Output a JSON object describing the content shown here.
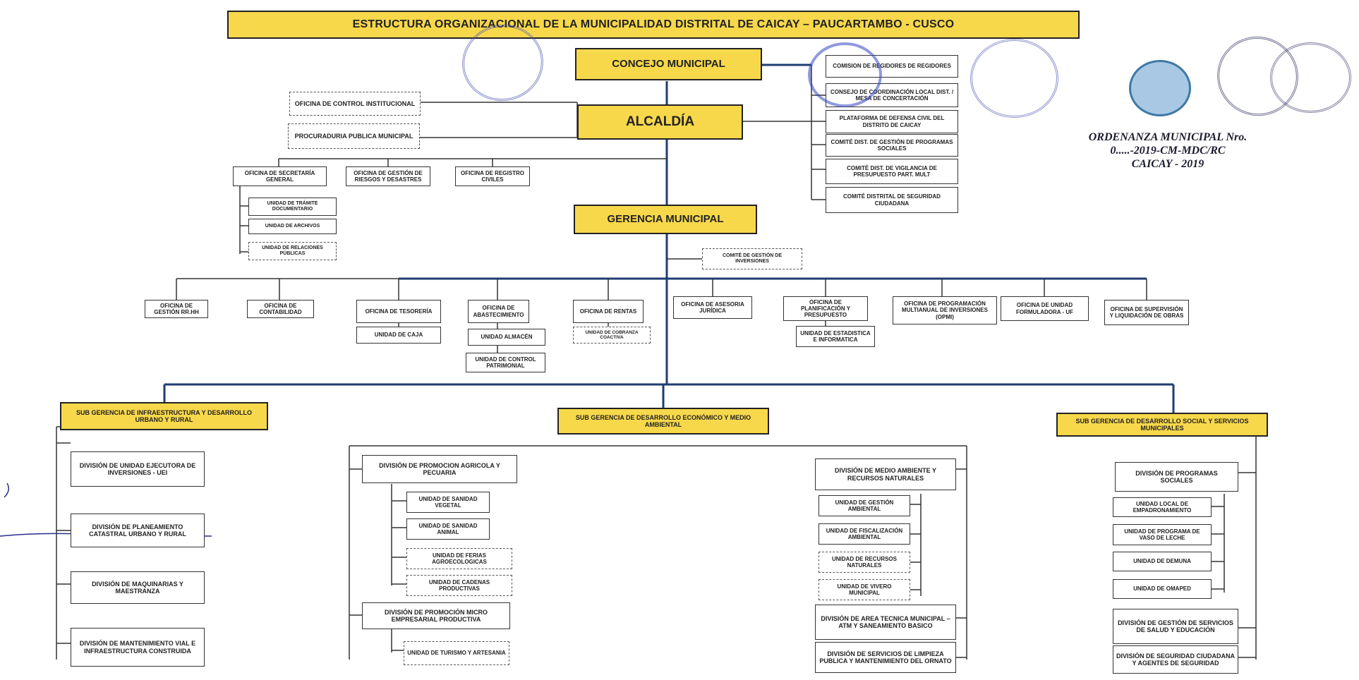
{
  "title": "ESTRUCTURA ORGANIZACIONAL DE LA MUNICIPALIDAD DISTRITAL DE CAICAY – PAUCARTAMBO - CUSCO",
  "concejo": "CONCEJO MUNICIPAL",
  "alcaldia": "ALCALDÍA",
  "gerencia": "GERENCIA MUNICIPAL",
  "control": {
    "oci": "OFICINA DE CONTROL INSTITUCIONAL",
    "procuraduria": "PROCURADURIA PUBLICA MUNICIPAL"
  },
  "right_committees": [
    "COMISION DE REGIDORES DE REGIDORES",
    "CONSEJO DE COORDINACIÓN LOCAL DIST. / MESA DE CONCERTACIÓN",
    "PLATAFORMA DE DEFENSA CIVIL DEL DISTRITO DE CAICAY",
    "COMITÉ DIST. DE GESTIÓN DE PROGRAMAS SOCIALES",
    "COMITÉ DIST. DE VIGILANCIA DE PRESUPUESTO PART. MULT",
    "COMITÉ DISTRITAL DE SEGURIDAD CIUDADANA"
  ],
  "alcaldia_offices": [
    "OFICINA DE SECRETARÍA GENERAL",
    "OFICINA DE GESTIÓN DE RIESGOS Y DESASTRES",
    "OFICINA DE REGISTRO CIVILES"
  ],
  "secretaria_units": [
    "UNIDAD DE TRÁMITE DOCUMENTARIO",
    "UNIDAD DE ARCHIVOS",
    "UNIDAD DE RELACIONES PÚBLICAS"
  ],
  "comite_inversiones": "COMITÉ DE GESTIÓN DE INVERSIONES",
  "support_offices": [
    "OFICINA DE GESTIÓN RR.HH",
    "OFICINA DE CONTABILIDAD",
    "OFICINA DE TESORERÍA",
    "OFICINA DE ABASTECIMIENTO",
    "OFICINA DE RENTAS",
    "OFICINA DE ASESORIA JURÍDICA",
    "OFICINA DE PLANIFICACIÓN Y PRESUPUESTO",
    "OFICINA DE PROGRAMACIÓN MULTIANUAL DE INVERSIONES (OPMI)",
    "OFICINA DE UNIDAD FORMULADORA - UF",
    "OFICINA DE SUPERVISIÓN Y LIQUIDACIÓN DE OBRAS"
  ],
  "office_units": {
    "caja": "UNIDAD DE CAJA",
    "almacen": "UNIDAD ALMACÉN",
    "patrimonial": "UNIDAD DE CONTROL PATRIMONIAL",
    "coactiva": "UNIDAD DE COBRANZA COACTIVA",
    "estadistica": "UNIDAD DE ESTADISTICA E INFORMATICA"
  },
  "subgerencias": [
    "SUB GERENCIA DE INFRAESTRUCTURA Y DESARROLLO URBANO Y RURAL",
    "SUB GERENCIA DE DESARROLLO ECONÓMICO Y MEDIO AMBIENTAL",
    "SUB GERENCIA DE DESARROLLO SOCIAL Y SERVICIOS MUNICIPALES"
  ],
  "infra_divisions": [
    "DIVISIÓN DE UNIDAD EJECUTORA DE INVERSIONES - UEI",
    "DIVISIÓN DE PLANEAMIENTO CATASTRAL URBANO Y RURAL",
    "DIVISIÓN DE MAQUINARIAS Y MAESTRANZA",
    "DIVISIÓN DE MANTENIMIENTO VIAL E INFRAESTRUCTURA CONSTRUIDA"
  ],
  "eco_divisions": {
    "agricola": "DIVISIÓN DE PROMOCION AGRICOLA Y PECUARIA",
    "agricola_units": [
      "UNIDAD DE SANIDAD VEGETAL",
      "UNIDAD DE SANIDAD ANIMAL",
      "UNIDAD DE FERIAS AGROECOLOGICAS",
      "UNIDAD DE CADENAS PRODUCTIVAS"
    ],
    "micro": "DIVISIÓN DE PROMOCIÓN MICRO EMPRESARIAL PRODUCTIVA",
    "micro_units": [
      "UNIDAD DE TURISMO Y ARTESANIA"
    ],
    "medio": "DIVISIÓN DE MEDIO AMBIENTE Y RECURSOS NATURALES",
    "medio_units": [
      "UNIDAD DE GESTIÓN AMBIENTAL",
      "UNIDAD DE FISCALIZACIÓN AMBIENTAL",
      "UNIDAD DE RECURSOS NATURALES",
      "UNIDAD DE VIVERO MUNICIPAL"
    ],
    "atm": "DIVISIÓN DE AREA TECNICA MUNICIPAL – ATM Y SANEAMIENTO BASICO",
    "limpieza": "DIVISIÓN DE SERVICIOS DE LIMPIEZA PUBLICA Y MANTENIMIENTO DEL ORNATO"
  },
  "social_divisions": {
    "programas": "DIVISIÓN DE PROGRAMAS SOCIALES",
    "programas_units": [
      "UNIDAD LOCAL DE EMPADRONAMIENTO",
      "UNIDAD DE PROGRAMA DE VASO DE LECHE",
      "UNIDAD DE DEMUNA",
      "UNIDAD DE OMAPED"
    ],
    "salud": "DIVISIÓN DE GESTIÓN DE SERVICIOS DE SALUD Y EDUCACIÓN",
    "seguridad": "DIVISIÓN DE SEGURIDAD CIUDADANA Y AGENTES DE SEGURIDAD"
  },
  "ordinance": [
    "ORDENANZA MUNICIPAL Nro.",
    "0.....-2019-CM-MDC/RC",
    "CAICAY - 2019"
  ],
  "colors": {
    "yellow": "#f7d84b",
    "line": "#1f3d72",
    "border": "#333333",
    "stamp": "#4a4fb0"
  }
}
